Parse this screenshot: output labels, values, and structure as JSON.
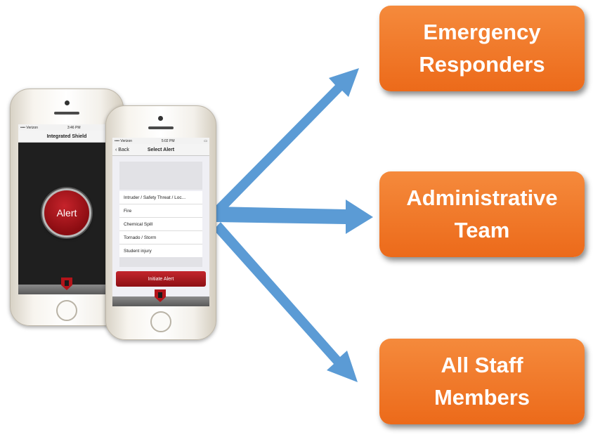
{
  "targets": [
    {
      "line1": "Emergency",
      "line2": "Responders"
    },
    {
      "line1": "Administrative",
      "line2": "Team"
    },
    {
      "line1": "All Staff",
      "line2": "Members"
    }
  ],
  "phone_back": {
    "carrier": "•••• Verizon",
    "time": "3:46 PM",
    "title": "Integrated Shield",
    "alert_label": "Alert"
  },
  "phone_front": {
    "carrier": "•••• Verizon",
    "time": "5:02 PM",
    "back_label": "Back",
    "title": "Select Alert",
    "options": [
      "Intruder / Safety Threat / Loc...",
      "Fire",
      "Chemical Spill",
      "Tornado / Storm",
      "Student injury"
    ],
    "initiate_label": "Initiate Alert"
  },
  "colors": {
    "arrow": "#5b9bd5",
    "target": "#ed7d31",
    "alert_red": "#b3141a"
  }
}
